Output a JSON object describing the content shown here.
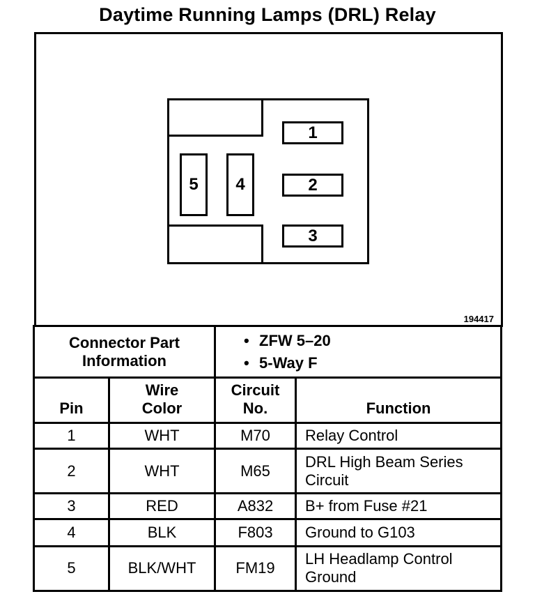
{
  "title": "Daytime Running Lamps (DRL) Relay",
  "figure_id": "194417",
  "connector_pins": [
    "1",
    "2",
    "3",
    "4",
    "5"
  ],
  "connector_info": {
    "label_line1": "Connector Part",
    "label_line2": "Information",
    "values": [
      "ZFW 5–20",
      "5-Way F"
    ]
  },
  "columns": {
    "pin": "Pin",
    "wire_color_line1": "Wire",
    "wire_color_line2": "Color",
    "circuit_line1": "Circuit",
    "circuit_line2": "No.",
    "function": "Function"
  },
  "rows": [
    {
      "pin": "1",
      "color": "WHT",
      "circuit": "M70",
      "func1": "Relay Control",
      "func2": ""
    },
    {
      "pin": "2",
      "color": "WHT",
      "circuit": "M65",
      "func1": "DRL High Beam Series",
      "func2": "Circuit"
    },
    {
      "pin": "3",
      "color": "RED",
      "circuit": "A832",
      "func1": "B+ from Fuse #21",
      "func2": ""
    },
    {
      "pin": "4",
      "color": "BLK",
      "circuit": "F803",
      "func1": "Ground to G103",
      "func2": ""
    },
    {
      "pin": "5",
      "color": "BLK/WHT",
      "circuit": "FM19",
      "func1": "LH Headlamp Control",
      "func2": "Ground"
    }
  ]
}
